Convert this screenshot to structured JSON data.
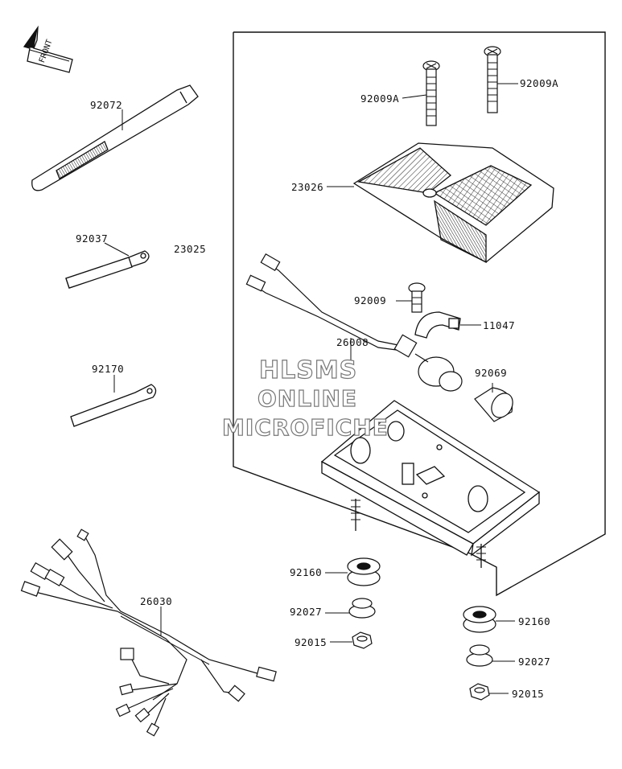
{
  "front_label": "FRONT",
  "watermark": [
    "HLSMS",
    "ONLINE",
    "MICROFICHE"
  ],
  "parts": {
    "p92072": "92072",
    "p92037": "92037",
    "p23025": "23025",
    "p92170": "92170",
    "p26030": "26030",
    "p92009A_1": "92009A",
    "p92009A_2": "92009A",
    "p23026": "23026",
    "p92009": "92009",
    "p11047": "11047",
    "p26008": "26008",
    "p92069": "92069",
    "p92160_1": "92160",
    "p92027_1": "92027",
    "p92015_1": "92015",
    "p92160_2": "92160",
    "p92027_2": "92027",
    "p92015_2": "92015"
  }
}
